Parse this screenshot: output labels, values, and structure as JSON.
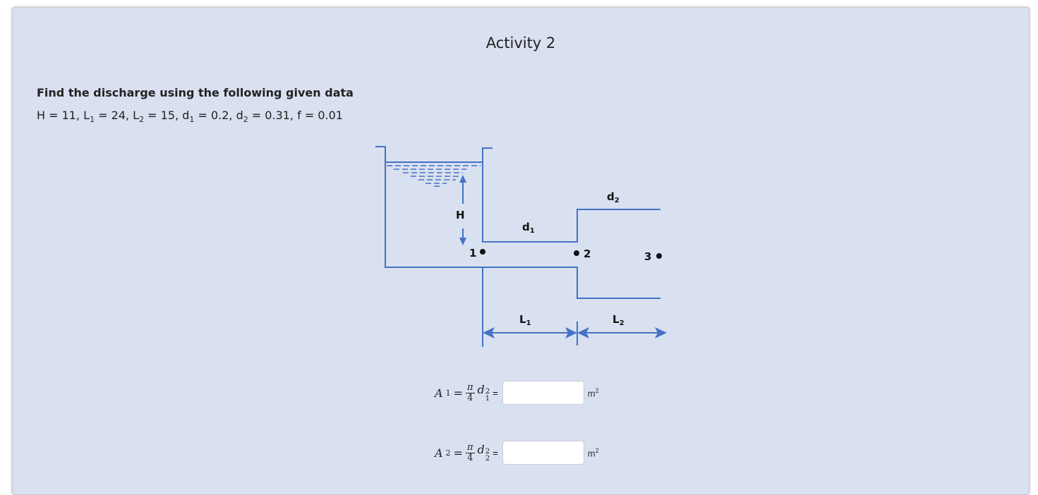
{
  "title": "Activity 2",
  "question": {
    "prompt": "Find the discharge using the following given data",
    "H": "11",
    "L1": "24",
    "L2": "15",
    "d1": "0.2",
    "d2": "0.31",
    "f": "0.01"
  },
  "diagram": {
    "labels": {
      "H": "H",
      "d1": "d",
      "d1_sub": "1",
      "d2": "d",
      "d2_sub": "2",
      "p1": "1",
      "p2": "2",
      "p3": "3",
      "L1": "L",
      "L1_sub": "1",
      "L2": "L",
      "L2_sub": "2"
    },
    "color": "#4472c4"
  },
  "formulas": [
    {
      "lhs": "A",
      "sub": "1",
      "pi": "π",
      "den": "4",
      "var": "d",
      "exp": "2",
      "vsub": "1",
      "eq": "=",
      "value": "",
      "unit": "m",
      "unit_exp": "2"
    },
    {
      "lhs": "A",
      "sub": "2",
      "pi": "π",
      "den": "4",
      "var": "d",
      "exp": "2",
      "vsub": "2",
      "eq": "=",
      "value": "",
      "unit": "m",
      "unit_exp": "2"
    }
  ]
}
